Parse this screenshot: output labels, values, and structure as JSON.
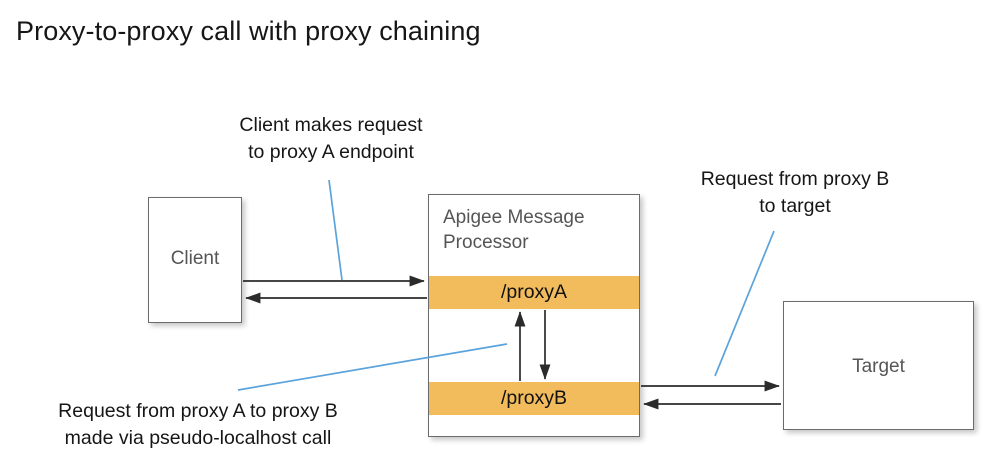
{
  "title": "Proxy-to-proxy call with proxy chaining",
  "colors": {
    "proxy_band": "#F2BB5C",
    "box_border": "#6B6B6B",
    "node_label": "#555555",
    "arrow": "#2B2B2B",
    "leader_line": "#5BA3DB",
    "background": "#FFFFFF",
    "title_text": "#161616"
  },
  "nodes": {
    "client": {
      "label": "Client"
    },
    "target": {
      "label": "Target"
    },
    "message_processor": {
      "title": "Apigee Message\nProcessor",
      "proxies": [
        {
          "label": "/proxyA"
        },
        {
          "label": "/proxyB"
        }
      ]
    }
  },
  "annotations": [
    {
      "id": "client-request",
      "text": "Client makes request\nto proxy A endpoint"
    },
    {
      "id": "proxyb-target",
      "text": "Request from proxy B\nto target"
    },
    {
      "id": "proxya-proxyb",
      "text": "Request from proxy A to proxy B\nmade via pseudo-localhost call"
    }
  ],
  "flows": [
    {
      "id": "client-to-proxya",
      "from": "client",
      "to": "/proxyA",
      "direction": "right"
    },
    {
      "id": "proxya-to-client",
      "from": "/proxyA",
      "to": "client",
      "direction": "left"
    },
    {
      "id": "proxya-to-proxyb",
      "from": "/proxyA",
      "to": "/proxyB",
      "direction": "down"
    },
    {
      "id": "proxyb-to-proxya",
      "from": "/proxyB",
      "to": "/proxyA",
      "direction": "up"
    },
    {
      "id": "proxyb-to-target",
      "from": "/proxyB",
      "to": "target",
      "direction": "right"
    },
    {
      "id": "target-to-proxyb",
      "from": "target",
      "to": "/proxyB",
      "direction": "left"
    }
  ]
}
